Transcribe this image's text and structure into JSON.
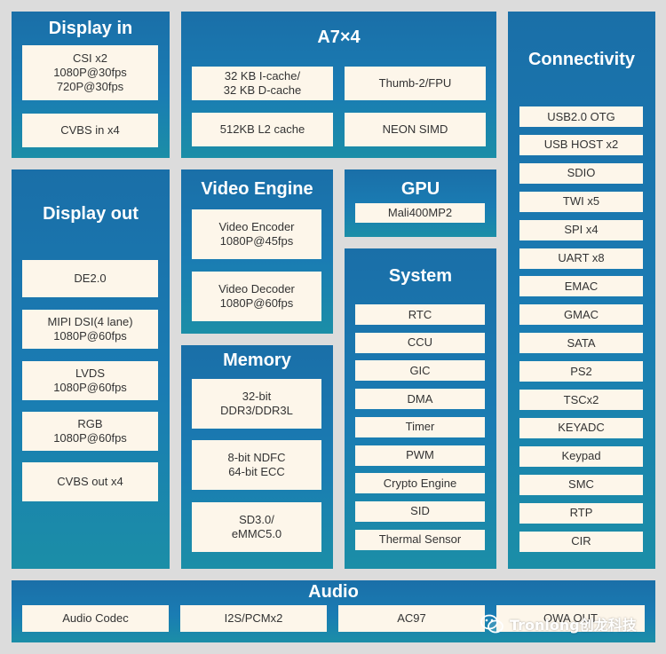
{
  "display_in": {
    "title": "Display in",
    "items": [
      "CSI x2\n1080P@30fps\n720P@30fps",
      "CVBS in x4"
    ]
  },
  "cpu": {
    "title": "A7×4",
    "items": [
      "32 KB I-cache/\n32 KB D-cache",
      "Thumb-2/FPU",
      "512KB L2 cache",
      "NEON SIMD"
    ]
  },
  "connectivity": {
    "title": "Connectivity",
    "items": [
      "USB2.0 OTG",
      "USB HOST x2",
      "SDIO",
      "TWI x5",
      "SPI x4",
      "UART x8",
      "EMAC",
      "GMAC",
      "SATA",
      "PS2",
      "TSCx2",
      "KEYADC",
      "Keypad",
      "SMC",
      "RTP",
      "CIR"
    ]
  },
  "display_out": {
    "title": "Display out",
    "items": [
      "DE2.0",
      "MIPI DSI(4 lane)\n1080P@60fps",
      "LVDS\n1080P@60fps",
      "RGB\n1080P@60fps",
      "CVBS out x4"
    ]
  },
  "video_engine": {
    "title": "Video Engine",
    "items": [
      "Video Encoder\n1080P@45fps",
      "Video Decoder\n1080P@60fps"
    ]
  },
  "gpu": {
    "title": "GPU",
    "items": [
      "Mali400MP2"
    ]
  },
  "system": {
    "title": "System",
    "items": [
      "RTC",
      "CCU",
      "GIC",
      "DMA",
      "Timer",
      "PWM",
      "Crypto Engine",
      "SID",
      "Thermal Sensor"
    ]
  },
  "memory": {
    "title": "Memory",
    "items": [
      "32-bit\nDDR3/DDR3L",
      "8-bit NDFC\n64-bit ECC",
      "SD3.0/\neMMC5.0"
    ]
  },
  "audio": {
    "title": "Audio",
    "items": [
      "Audio Codec",
      "I2S/PCMx2",
      "AC97",
      "OWA OUT"
    ]
  },
  "watermark": {
    "text": "Tronlong创龙科技"
  }
}
